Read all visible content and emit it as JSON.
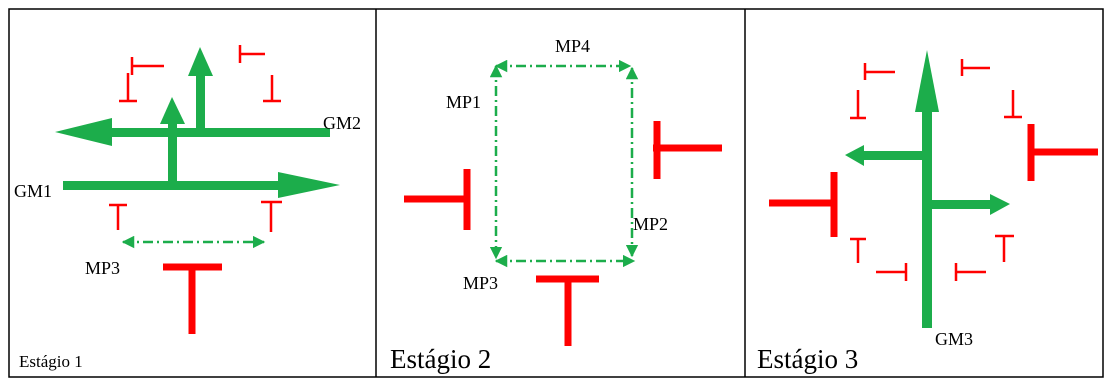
{
  "colors": {
    "green": "#1cad4b",
    "red": "#ff0000",
    "border": "#000000"
  },
  "panels": [
    {
      "caption": "Estágio 1",
      "labels": {
        "gm1": "GM1",
        "gm2": "GM2",
        "mp3": "MP3"
      }
    },
    {
      "caption": "Estágio 2",
      "labels": {
        "mp1": "MP1",
        "mp2": "MP2",
        "mp3": "MP3",
        "mp4": "MP4"
      }
    },
    {
      "caption": "Estágio 3",
      "labels": {
        "gm3": "GM3"
      }
    }
  ]
}
